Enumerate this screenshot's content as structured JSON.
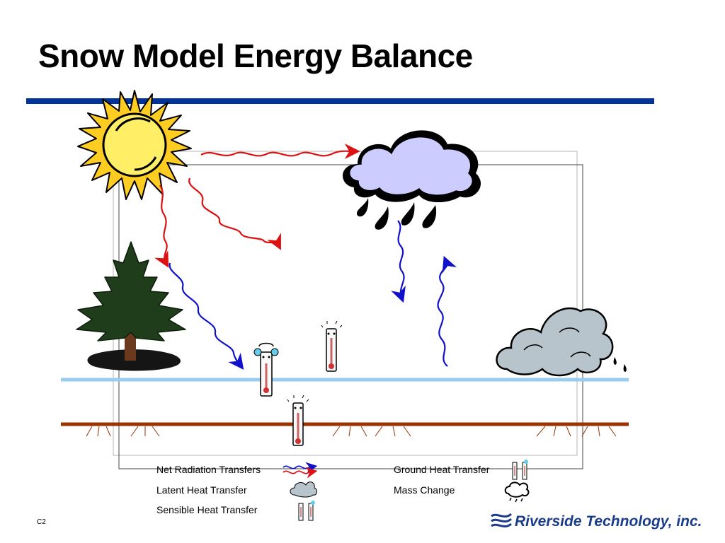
{
  "slide": {
    "title": "Snow Model Energy Balance",
    "code": "C2"
  },
  "colors": {
    "title_rule": "#003399",
    "radiation_arrow": "#dd1111",
    "longwave_arrow": "#1111cc",
    "snow_surface": "#99ccee",
    "ground_surface": "#993300",
    "sun": "#ffcc22",
    "cloud": "#ccccff",
    "fog_cloud": "#b8c4cc",
    "tree": "#1f3d1a"
  },
  "icons": [
    "sun-icon",
    "rain-cloud-icon",
    "pine-tree-icon",
    "fog-cloud-icon",
    "thermometer-icon",
    "wavy-arrow-icon"
  ],
  "legend": [
    {
      "label": "Net Radiation Transfers",
      "icon": "wavy-arrow-icon"
    },
    {
      "label": "Latent Heat Transfer",
      "icon": "fog-cloud-icon"
    },
    {
      "label": "Sensible Heat Transfer",
      "icon": "thermometer-icon"
    },
    {
      "label": "Ground Heat Transfer",
      "icon": "thermometer-icon"
    },
    {
      "label": "Mass Change",
      "icon": "rain-cloud-icon"
    }
  ],
  "company": {
    "name": "Riverside Technology, inc."
  }
}
